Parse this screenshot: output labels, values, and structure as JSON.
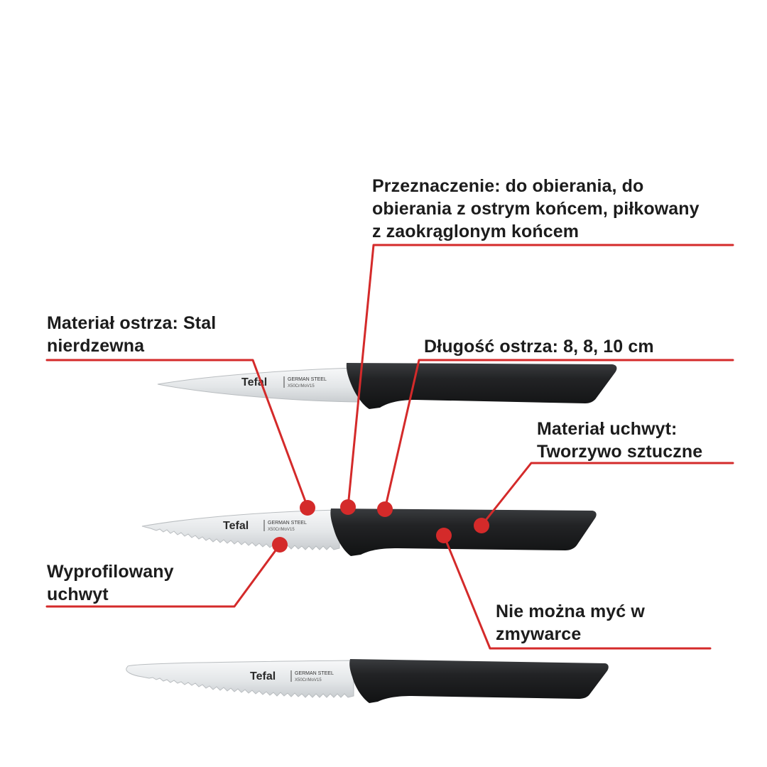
{
  "colors": {
    "accent": "#d42a2a",
    "handle": "#1e1f21",
    "blade": "#e6e8ea",
    "text": "#1c1c1c"
  },
  "callouts": {
    "purpose": {
      "lines": [
        "Przeznaczenie:  do obierania, do",
        "obierania z ostrym końcem, piłkowany",
        "z zaokrąglonym końcem"
      ]
    },
    "blade_material": {
      "lines": [
        "Materiał ostrza: Stal",
        "nierdzewna"
      ]
    },
    "blade_length": {
      "lines": [
        "Długość ostrza: 8, 8, 10 cm"
      ]
    },
    "handle_material": {
      "lines": [
        "Materiał uchwyt:",
        "Tworzywo sztuczne"
      ]
    },
    "profiled_handle": {
      "lines": [
        "Wyprofilowany",
        "uchwyt"
      ]
    },
    "dishwasher": {
      "lines": [
        "Nie można myć w",
        "zmywarce"
      ]
    }
  },
  "knives": [
    {
      "brand": "Tefal",
      "engraving_line1": "GERMAN STEEL",
      "engraving_line2": "X50Cr/MoV15"
    },
    {
      "brand": "Tefal",
      "engraving_line1": "GERMAN STEEL",
      "engraving_line2": "X50Cr/MoV15"
    },
    {
      "brand": "Tefal",
      "engraving_line1": "GERMAN STEEL",
      "engraving_line2": "X50Cr/MoV15"
    }
  ]
}
